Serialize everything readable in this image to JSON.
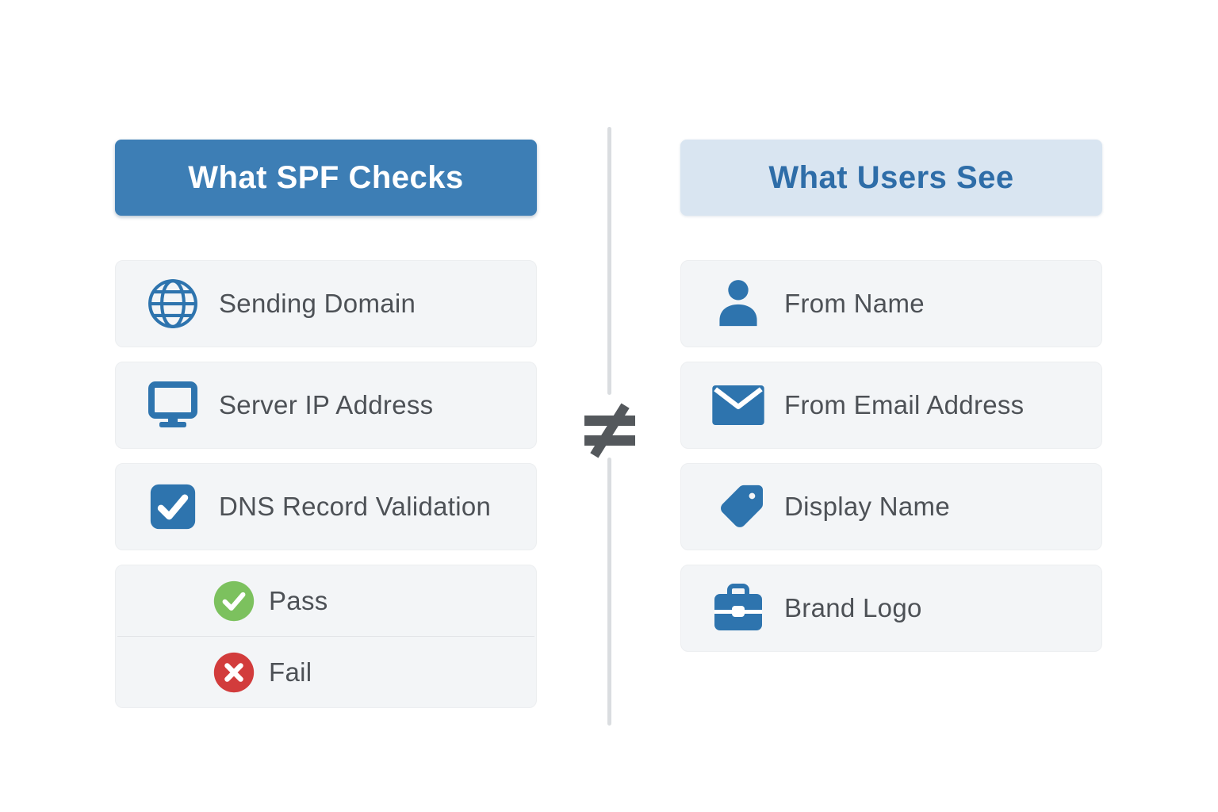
{
  "meta": {
    "description": "Comparison infographic: SPF verification fields versus what email users actually see",
    "background_color": "#ffffff"
  },
  "colors": {
    "header_solid_bg": "#3d7eb5",
    "header_solid_text": "#ffffff",
    "header_light_bg": "#d9e5f1",
    "header_light_text": "#2e6da8",
    "row_bg": "#f3f5f7",
    "icon_blue": "#2e74ae",
    "label_text": "#4d5156",
    "pass_green": "#7cc15e",
    "fail_red": "#d23c3c",
    "divider_line": "#dadde0",
    "not_equal_symbol": "#54585c"
  },
  "left_panel": {
    "header": "What SPF Checks",
    "items": [
      {
        "icon": "globe-icon",
        "label": "Sending Domain"
      },
      {
        "icon": "monitor-icon",
        "label": "Server IP Address"
      },
      {
        "icon": "checkbox-icon",
        "label": "DNS Record Validation"
      }
    ],
    "results": [
      {
        "icon": "check-circle-icon",
        "label": "Pass",
        "color": "#7cc15e"
      },
      {
        "icon": "x-circle-icon",
        "label": "Fail",
        "color": "#d23c3c"
      }
    ]
  },
  "divider": {
    "symbol": "≠",
    "symbol_name": "not-equal"
  },
  "right_panel": {
    "header": "What Users See",
    "items": [
      {
        "icon": "user-icon",
        "label": "From Name"
      },
      {
        "icon": "envelope-icon",
        "label": "From Email Address"
      },
      {
        "icon": "tag-icon",
        "label": "Display Name"
      },
      {
        "icon": "briefcase-icon",
        "label": "Brand Logo"
      }
    ]
  }
}
